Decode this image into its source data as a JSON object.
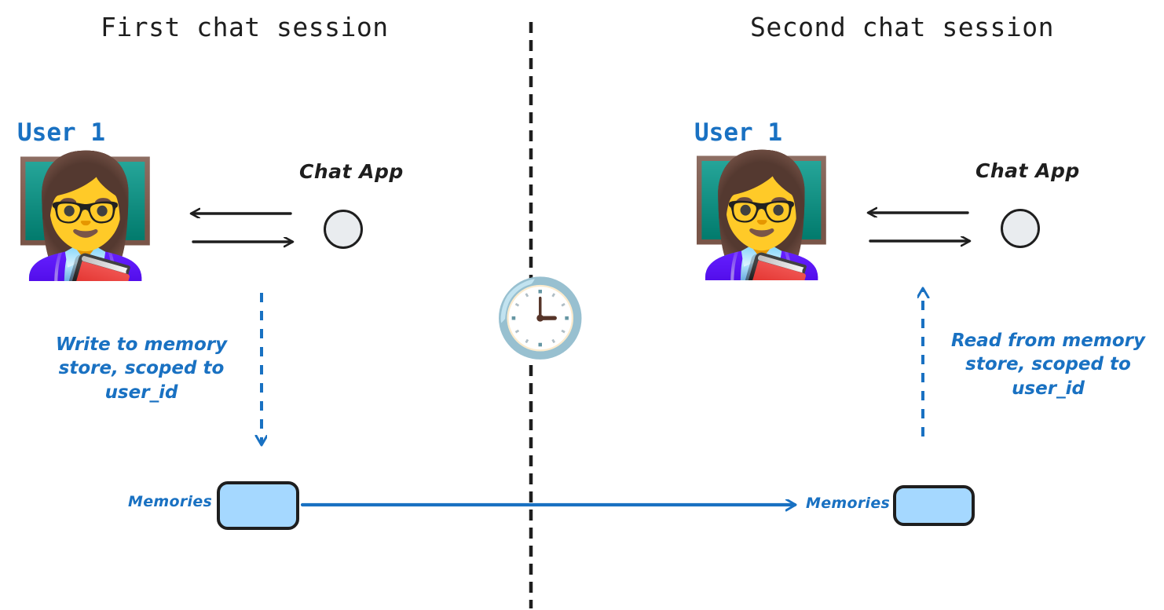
{
  "diagram": {
    "title_left": "First chat session",
    "title_right": "Second chat session",
    "colors": {
      "accent_blue": "#1971c2",
      "memory_fill": "#a5d8ff",
      "stroke_dark": "#1e1e1e",
      "circle_fill": "#e9ecef",
      "background": "#ffffff"
    }
  },
  "left_session": {
    "heading": "First chat session",
    "user_label": "User 1",
    "avatar_emoji": "👩‍🏫",
    "avatar_name": "woman-teacher-emoji",
    "chat_app_label": "Chat App",
    "annotation": "Write to memory\nstore, scoped to\nuser_id",
    "memories_label": "Memories",
    "exchange_arrows": [
      "response-arrow-left",
      "request-arrow-right"
    ],
    "memory_flow_direction": "down"
  },
  "right_session": {
    "heading": "Second chat session",
    "user_label": "User 1",
    "avatar_emoji": "👩‍🏫",
    "avatar_name": "woman-teacher-emoji",
    "chat_app_label": "Chat App",
    "annotation": "Read from memory\nstore, scoped to\nuser_id",
    "memories_label": "Memories",
    "exchange_arrows": [
      "response-arrow-left",
      "request-arrow-right"
    ],
    "memory_flow_direction": "up"
  },
  "divider": {
    "name": "time-divider",
    "style": "vertical-dashed",
    "clock_emoji": "🕒",
    "clock_name": "clock-emoji"
  },
  "persistence_arrow": {
    "name": "memory-persistence-arrow",
    "from": "left-memories-box",
    "to": "right-memories-box",
    "direction": "right"
  }
}
